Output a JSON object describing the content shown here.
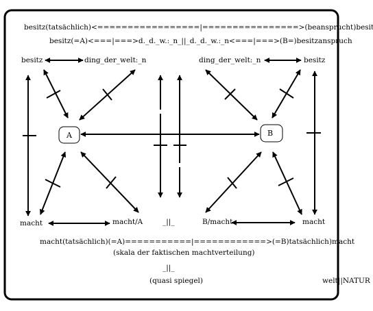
{
  "header": {
    "line1": "besitz(tatsächlich)<=================|================>(beansprucht)besitz",
    "line2": "besitz(=A)<===|===>d._d._w.:_n_||_d._d._w.:_n<===|===>(B=)besitzanspruch"
  },
  "labels": {
    "besitz_left": "besitz",
    "ding_left": "ding_der_welt:_n",
    "ding_right": "ding_der_welt:_n",
    "besitz_right": "besitz",
    "macht_left": "macht",
    "macht_a": "macht/A",
    "mirror_mid": "_||_",
    "b_macht": "B/macht",
    "macht_right": "macht"
  },
  "nodes": {
    "a": "A",
    "b": "B"
  },
  "footer": {
    "line1": "macht(tatsächlich)(=A)===========|============>(=B)tatsächlich)macht",
    "line2": "(skala der faktischen machtverteilung)",
    "mirror": "_||_",
    "mirror_caption": "(quasi spiegel)",
    "corner": "welt||NATUR"
  }
}
